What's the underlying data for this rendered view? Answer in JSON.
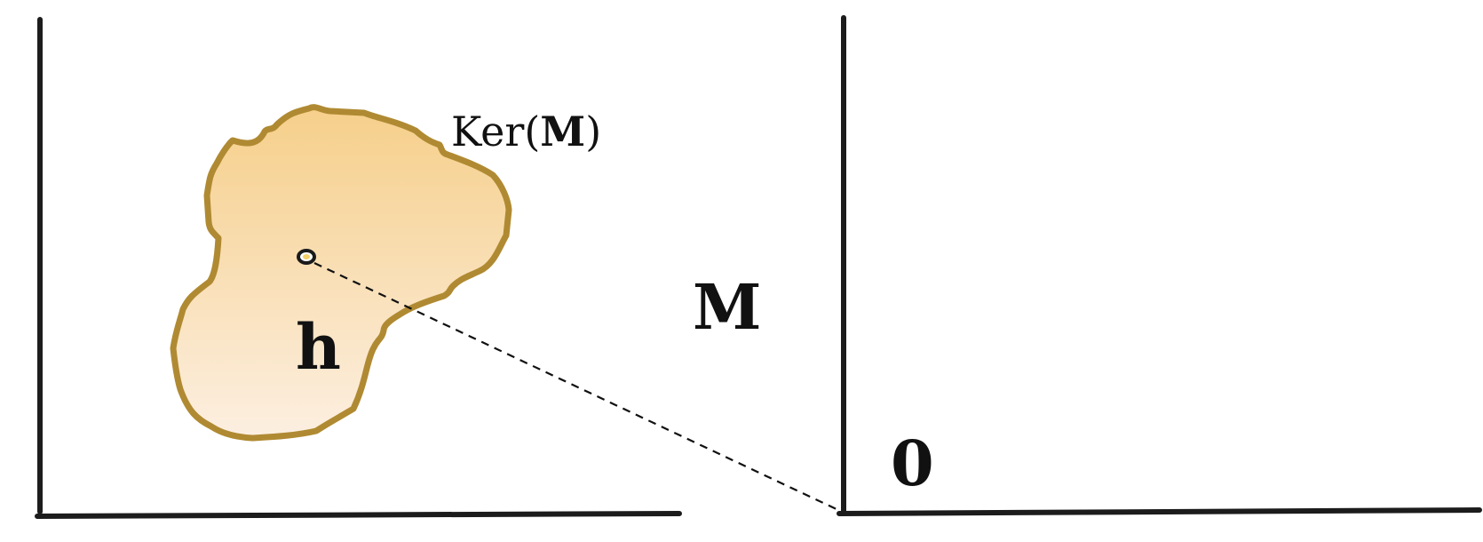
{
  "kernel_label": {
    "prefix": "Ker(",
    "symbol": "M",
    "suffix": ")"
  },
  "vector_label": "h",
  "map_label": "M",
  "zero_label": "0",
  "colors": {
    "axes": "#1c1c1c",
    "kernel_fill_top": "#f6cf8a",
    "kernel_fill_bottom": "#fcefe1",
    "kernel_border": "#b08a32",
    "point_fill": "#f3cf6a",
    "dashed_line": "#111111"
  }
}
